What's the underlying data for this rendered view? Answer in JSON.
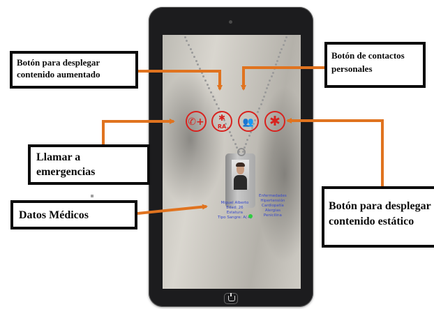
{
  "labels": {
    "augmented_button": "Botón para desplegar contenido aumentado",
    "contacts_button": "Botón de contactos personales",
    "emergency_call": "Llamar a emergencias",
    "medical_data": "Datos Médicos",
    "static_button": "Botón para desplegar contenido estático"
  },
  "ar_icons": {
    "call": "✆+",
    "augmented_top": "✱",
    "augmented_ra": "RA",
    "contacts": "👥",
    "static": "✱"
  },
  "medical_overlay": {
    "left_lines": [
      "Miguel Alberto",
      "Edad: 26",
      "Estatura",
      "Tipo Sangre: A(+)"
    ],
    "right_lines": [
      "Enfermedades",
      "Hipertensión",
      "Cardiopatía",
      "",
      "Alergias",
      "Penicilina"
    ]
  },
  "colors": {
    "arrow": "#e0731f",
    "icon_red": "#d8221e",
    "overlay_text": "#3648cc"
  }
}
